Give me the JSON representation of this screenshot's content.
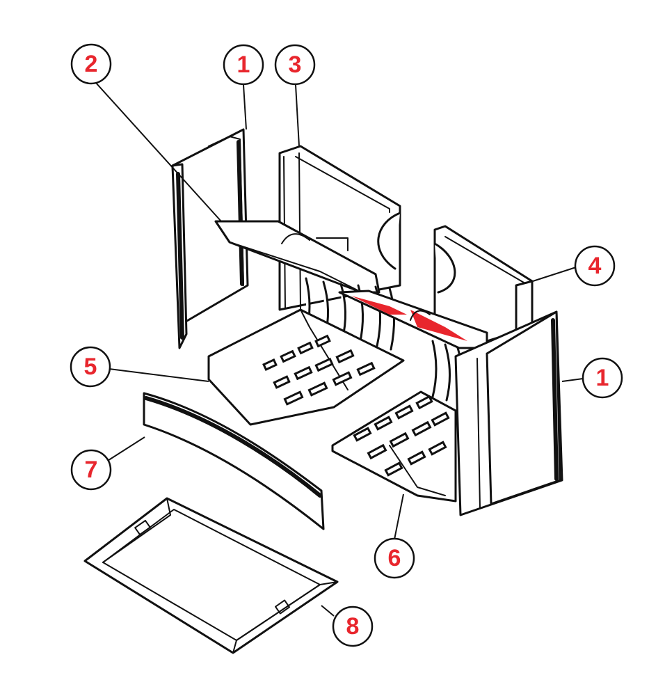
{
  "colors": {
    "line": "#111111",
    "callout_number": "#e8262d",
    "highlight_part": "#e8262d",
    "background": "#ffffff"
  },
  "callouts": [
    {
      "label": "1"
    },
    {
      "label": "2"
    },
    {
      "label": "3"
    },
    {
      "label": "4"
    },
    {
      "label": "1"
    },
    {
      "label": "5"
    },
    {
      "label": "7"
    },
    {
      "label": "6"
    },
    {
      "label": "8"
    }
  ]
}
